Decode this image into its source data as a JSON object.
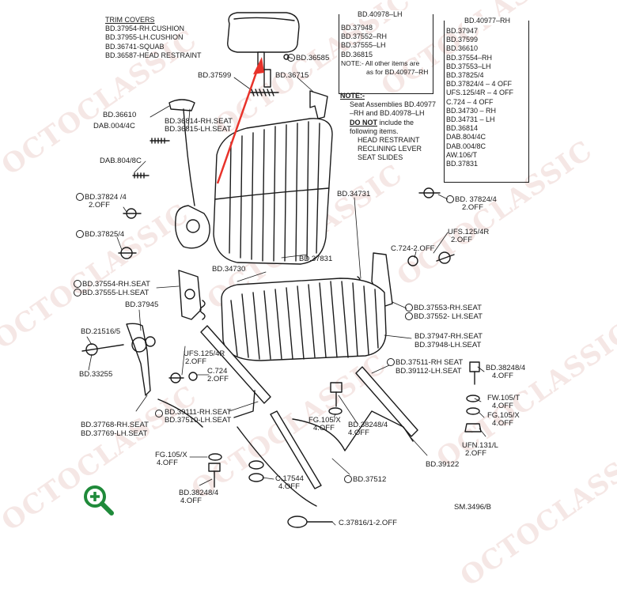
{
  "trim": {
    "title": "TRIM COVERS",
    "lines": [
      "BD.37954-RH.CUSHION",
      "BD.37955-LH.CUSHION",
      "BD.36741-SQUAB",
      "BD.36587-HEAD RESTRAINT"
    ]
  },
  "box_lh": {
    "title": "BD.40978–LH",
    "items": [
      "BD.37948",
      "BD.37552–RH",
      "BD.37555–LH",
      "BD.36815"
    ],
    "note1": "NOTE:-  All other items are",
    "note2": "as for BD.40977–RH"
  },
  "box_rh": {
    "title": "BD.40977–RH",
    "items": [
      "BD.37947",
      "BD.37599",
      "BD.36610",
      "BD.37554–RH",
      "BD.37553–LH",
      "BD.37825/4",
      "BD.37824/4 – 4 OFF",
      "UFS.125/4R – 4 OFF",
      "C.724 – 4 OFF",
      "BD.34730 – RH",
      "BD.34731 – LH",
      "BD.36814",
      "DAB.804/4C",
      "DAB.004/8C",
      "AW.106/T",
      "BD.37831"
    ]
  },
  "note": {
    "title": "NOTE:-",
    "l1": "Seat Assemblies BD.40977",
    "l2": "–RH and BD.40978–LH",
    "l3a": "DO NOT",
    "l3b": " include the",
    "l4": "following items.",
    "l5": "HEAD RESTRAINT",
    "l6": "RECLINING LEVER",
    "l7": "SEAT SLIDES"
  },
  "parts": {
    "p36585": "BD.36585",
    "p37599": "BD.37599",
    "p36715": "BD.36715",
    "p36610": "BD.36610",
    "dab004": "DAB.004/4C",
    "p36814": "BD.36814-RH.SEAT",
    "p36815": "BD.36815-LH.SEAT",
    "dab804": "DAB.804/8C",
    "p37824l": "BD.37824 /4",
    "p37824l_q": "2.OFF",
    "p37825": "BD.37825/4",
    "p34731": "BD.34731",
    "p37824r": "BD. 37824/4",
    "p37824r_q": "2.OFF",
    "ufs_r": "UFS.125/4R",
    "ufs_r_q": "2.OFF",
    "c724_r": "C.724-2.OFF",
    "p37831": "BD.37831",
    "p34730": "BD.34730",
    "p37554": "BD.37554-RH.SEAT",
    "p37555": "BD.37555-LH.SEAT",
    "p37945": "BD.37945",
    "p21516": "BD.21516/5",
    "p33255": "BD.33255",
    "ufs_l": "UFS.125/4R",
    "ufs_l_q": "2.OFF",
    "c724_l": "C.724",
    "c724_l_q": "2.OFF",
    "p37553": "BD.37553-RH.SEAT",
    "p37552": "BD.37552- LH.SEAT",
    "p37947": "BD.37947-RH.SEAT",
    "p37948": "BD.37948-LH.SEAT",
    "p37511": "BD.37511-RH SEAT",
    "p39112": "BD.39112-LH.SEAT",
    "p38248r": "BD.38248/4",
    "p38248r_q": "4.OFF",
    "fw105": "FW.105/T",
    "fw105_q": "4.OFF",
    "fg105r": "FG.105/X",
    "fg105r_q": "4.OFF",
    "ufn131": "UFN.131/L",
    "ufn131_q": "2.OFF",
    "p39111": "BD.39111-RH.SEAT",
    "p37510": "BD.37510-LH.SEAT",
    "fg105c": "FG.105/X",
    "fg105c_q": "4.OFF",
    "p38248c": "BD.38248/4",
    "p38248c_q": "4.OFF",
    "p37768": "BD.37768-RH.SEAT",
    "p37769": "BD.37769-LH.SEAT",
    "fg105l": "FG.105/X",
    "fg105l_q": "4.OFF",
    "p39122": "BD.39122",
    "c17544": "C.17544",
    "c17544_q": "4.OFF",
    "p37512": "BD.37512",
    "p38248l": "BD.38248/4",
    "p38248l_q": "4.OFF",
    "sm": "SM.3496/B",
    "c37816": "C.37816/1-2.OFF"
  },
  "watermark": "OCTOCLASSIC",
  "colors": {
    "arrow": "#e8322a",
    "zoom": "#1f8a3a",
    "watermark": "#dcaaa0"
  },
  "icons": {
    "zoom": "zoom-in-icon"
  }
}
